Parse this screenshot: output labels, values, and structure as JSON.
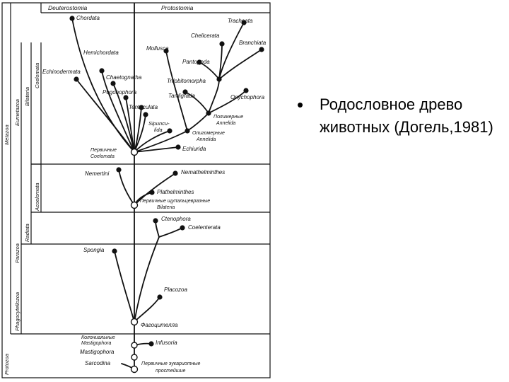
{
  "slide": {
    "bullet": "•",
    "caption": "Родословное древо животных (Догель,1981)"
  },
  "diagram": {
    "headers": {
      "left": "Deuterostomia",
      "right": "Protostomia"
    },
    "side_labels": {
      "metazoa": "Metazoa",
      "eumetazoa": "Eumetazoa",
      "bilateria": "Bilateria",
      "coelomata": "Coelomata",
      "acoelomata": "Acoelomata",
      "radiata": "Radiata",
      "parazoa": "Parazoa",
      "phagocytellozoa": "Phagocytellozoa",
      "protozoa": "Protozoa"
    },
    "taxa": {
      "chordata": "Chordata",
      "tracheata": "Tracheata",
      "chelicerata": "Chelicerata",
      "branchiata": "Branchiata",
      "hemichordata": "Hemichordata",
      "mollusca": "Mollusca",
      "pantopoda": "Pantopoda",
      "echinodermata": "Echinodermata",
      "chaetognatha": "Chaetognatha",
      "trilobitomorpha": "Trilobitomorpha",
      "pogonophora": "Pogonophora",
      "tardigrada": "Tardigrada",
      "onychophora": "Onychophora",
      "tentaculata": "Tentaculata",
      "annelida_poly_1": "Полимерные",
      "annelida_poly_2": "Annelida",
      "sipunculida_1": "Sipuncu-",
      "sipunculida_2": "lida",
      "annelida_olig_1": "Олигомерные",
      "annelida_olig_2": "Annelida",
      "coelomata_prim_1": "Первичные",
      "coelomata_prim_2": "Coelomata",
      "echiurida": "Echiurida",
      "nemertini": "Nemertini",
      "nemathelminthes": "Nemathelminthes",
      "plathelminthes": "Plathelminthes",
      "bilateria_prim_1": "Первичные щупальцевразные",
      "bilateria_prim_2": "Bilateria",
      "ctenophora": "Ctenophora",
      "coelenterata": "Coelenterata",
      "spongia": "Spongia",
      "placozoa": "Placozoa",
      "phagocytella": "Фагоцителла",
      "mastigophora_col_1": "Колониальные",
      "mastigophora_col_2": "Mastigophora",
      "infusoria": "Infusoria",
      "mastigophora": "Mastigophora",
      "sarcodina": "Sarcodina",
      "eukaryotes_prim_1": "Первичные эукариотные",
      "eukaryotes_prim_2": "простейшие"
    }
  }
}
